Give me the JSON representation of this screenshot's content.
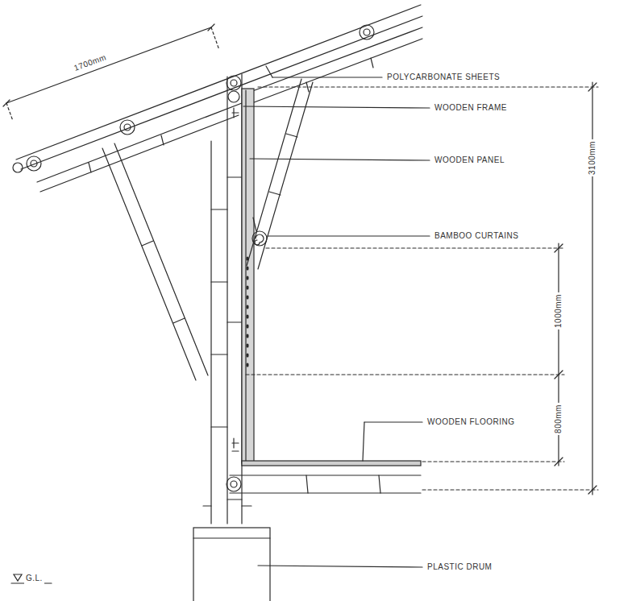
{
  "diagram": {
    "labels": [
      "1700mm",
      "POLYCARBONATE SHEETS",
      "WOODEN FRAME",
      "WOODEN PANEL",
      "BAMBOO CURTAINS",
      "1000mm",
      "3100mm",
      "800mm",
      "WOODEN FLOORING",
      "G.L.",
      "PLASTIC DRUM"
    ]
  }
}
